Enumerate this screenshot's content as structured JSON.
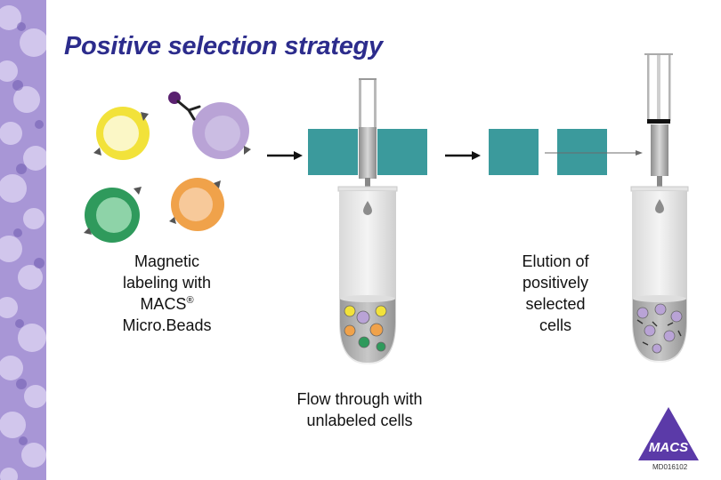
{
  "title": "Positive selection strategy",
  "labels": {
    "magnetic_line1": "Magnetic",
    "magnetic_line2": "labeling with",
    "magnetic_line3": "MACS",
    "magnetic_reg": "®",
    "magnetic_line4": "Micro.Beads",
    "elution_line1": "Elution of",
    "elution_line2": "positively",
    "elution_line3": "selected",
    "elution_line4": "cells",
    "flow_line1": "Flow through with",
    "flow_line2": "unlabeled cells"
  },
  "logo": {
    "text": "MACS"
  },
  "doc_code": "MD016102",
  "colors": {
    "title": "#2c2c8c",
    "sidebar": "#8e7cc3",
    "column": "#3b9a9c",
    "logo": "#5b3aa8",
    "yellow_cell": "#f2e23a",
    "purple_cell": "#b9a3d6",
    "green_cell": "#2f9a5c",
    "orange_cell": "#f0a24a"
  },
  "icons": [
    "yellow-cell-icon",
    "purple-cell-icon",
    "green-cell-icon",
    "orange-cell-icon",
    "antibody-microbead-icon",
    "syringe-icon",
    "column-magnet-icon",
    "collection-tube-icon",
    "arrow-icon",
    "macs-logo-icon"
  ]
}
